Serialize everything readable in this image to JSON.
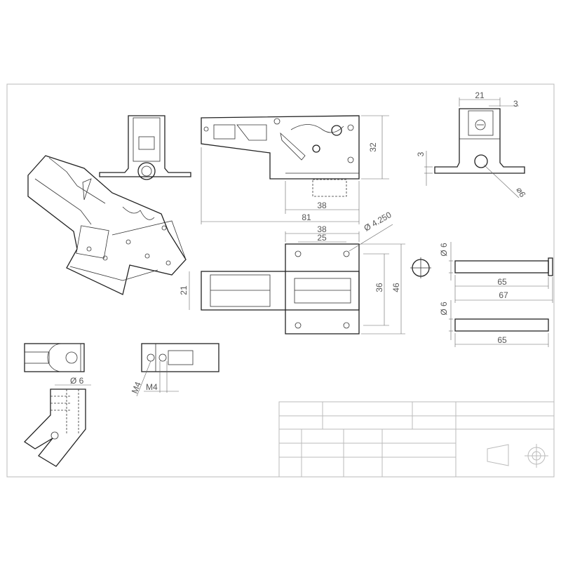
{
  "drawing": {
    "top_view_dims": {
      "width": "21",
      "offset": "3",
      "flange": "3",
      "hole_dia": "⌀6"
    },
    "side_view_dims": {
      "height": "32",
      "base": "38",
      "total": "81"
    },
    "front_view_dims": {
      "outer": "38",
      "hole_spacing": "25",
      "hole_dia": "Ø 4.250",
      "left_height": "21",
      "inner_height": "36",
      "plate_height": "46"
    },
    "pin_long": {
      "dia": "Ø 6",
      "shaft": "65",
      "total": "67"
    },
    "pin_short": {
      "dia": "Ø 6",
      "length": "65"
    },
    "detail_dims": {
      "dia": "Ø 6",
      "thread_a": "M4",
      "thread_b": "M4"
    }
  }
}
